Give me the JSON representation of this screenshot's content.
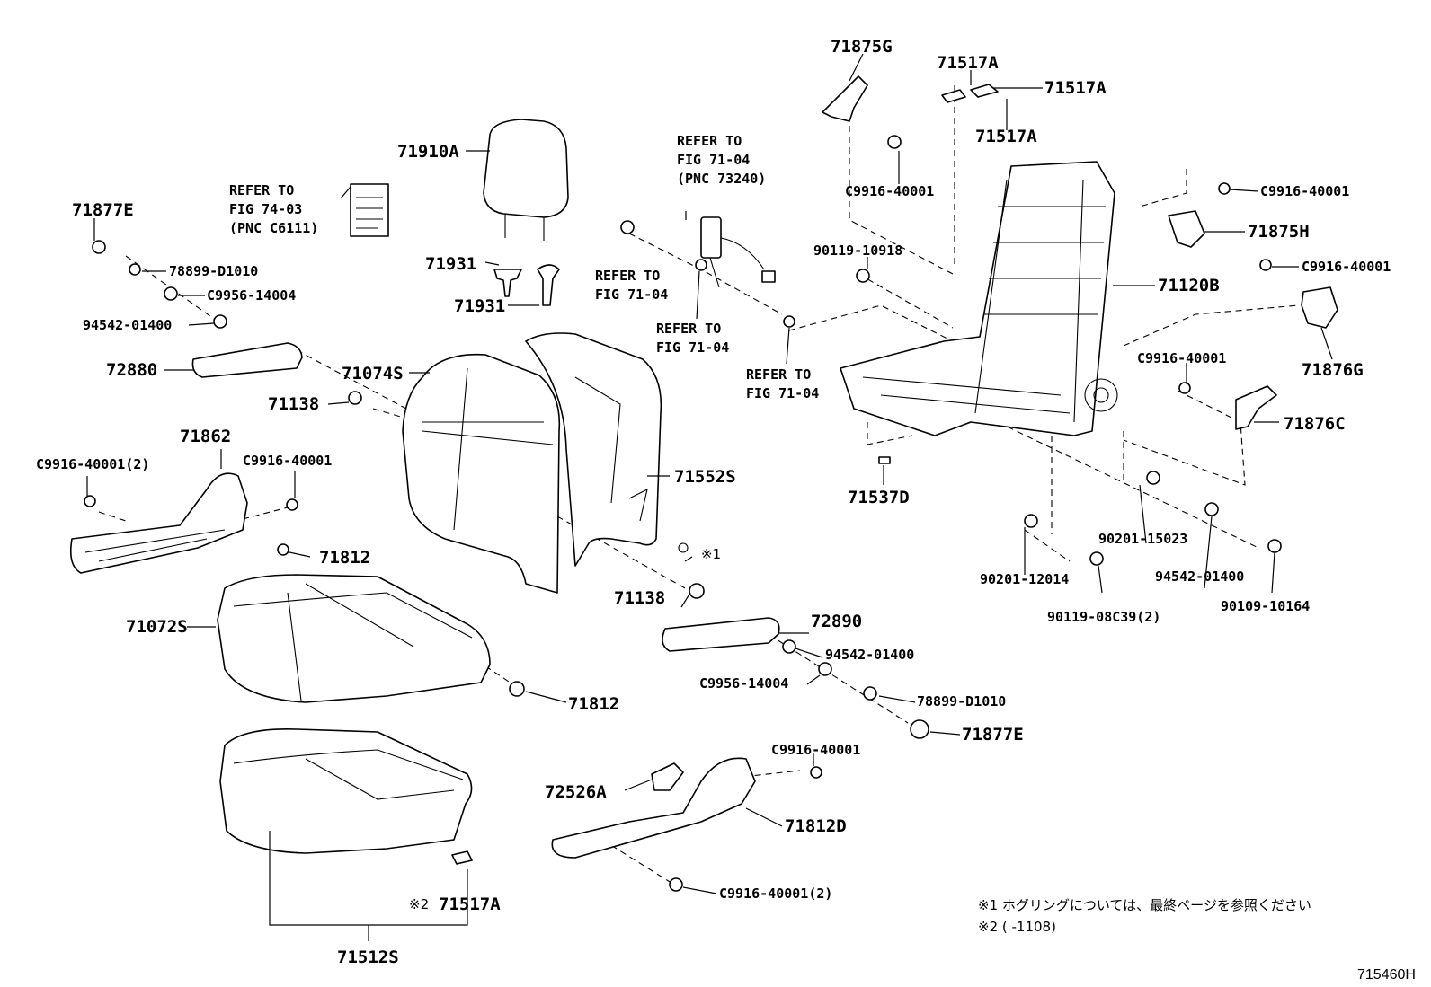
{
  "labels": {
    "p71875G": "71875G",
    "p71517A_1": "71517A",
    "p71517A_2": "71517A",
    "p71517A_3": "71517A",
    "p71517A_4": "71517A",
    "c9916_top": "C9916-40001",
    "c9916_r1": "C9916-40001",
    "c9916_r2": "C9916-40001",
    "c9916_r3": "C9916-40001",
    "c9916_left2": "C9916-40001(2)",
    "c9916_left": "C9916-40001",
    "c9916_bot1": "C9916-40001",
    "c9916_bot2": "C9916-40001(2)",
    "p71875H": "71875H",
    "p71876G": "71876G",
    "p71876C": "71876C",
    "p90119_10918": "90119-10918",
    "p71120B": "71120B",
    "p71910A": "71910A",
    "p71931_1": "71931",
    "p71931_2": "71931",
    "p71877E_1": "71877E",
    "p71877E_2": "71877E",
    "p78899_1": "78899-D1010",
    "p78899_2": "78899-D1010",
    "c9956_1": "C9956-14004",
    "c9956_2": "C9956-14004",
    "p94542_1": "94542-01400",
    "p94542_2": "94542-01400",
    "p94542_3": "94542-01400",
    "p72880": "72880",
    "p71074S": "71074S",
    "p71138_1": "71138",
    "p71138_2": "71138",
    "p71552S": "71552S",
    "p71862": "71862",
    "p71812_1": "71812",
    "p71812_2": "71812",
    "p71072S": "71072S",
    "p72890": "72890",
    "p71537D": "71537D",
    "p90201_15023": "90201-15023",
    "p90201_12014": "90201-12014",
    "p90119_08C39": "90119-08C39(2)",
    "p90109_10164": "90109-10164",
    "p72526A": "72526A",
    "p71812D": "71812D",
    "p71512S": "71512S",
    "hogring_mark": "※1",
    "note2_mark": "※2",
    "ref_7403": [
      "REFER TO",
      "FIG 74-03",
      "(PNC C6111)"
    ],
    "ref_7104_pnc": [
      "REFER TO",
      "FIG 71-04",
      "(PNC 73240)"
    ],
    "ref_7104_a": [
      "REFER TO",
      "FIG 71-04"
    ],
    "ref_7104_b": [
      "REFER TO",
      "FIG 71-04"
    ],
    "ref_7104_c": [
      "REFER TO",
      "FIG 71-04"
    ]
  },
  "notes": {
    "note1": "※1 ホグリングについては、最終ページを参照ください",
    "note2": "※2 (     -1108)"
  },
  "figure_id": "715460H"
}
